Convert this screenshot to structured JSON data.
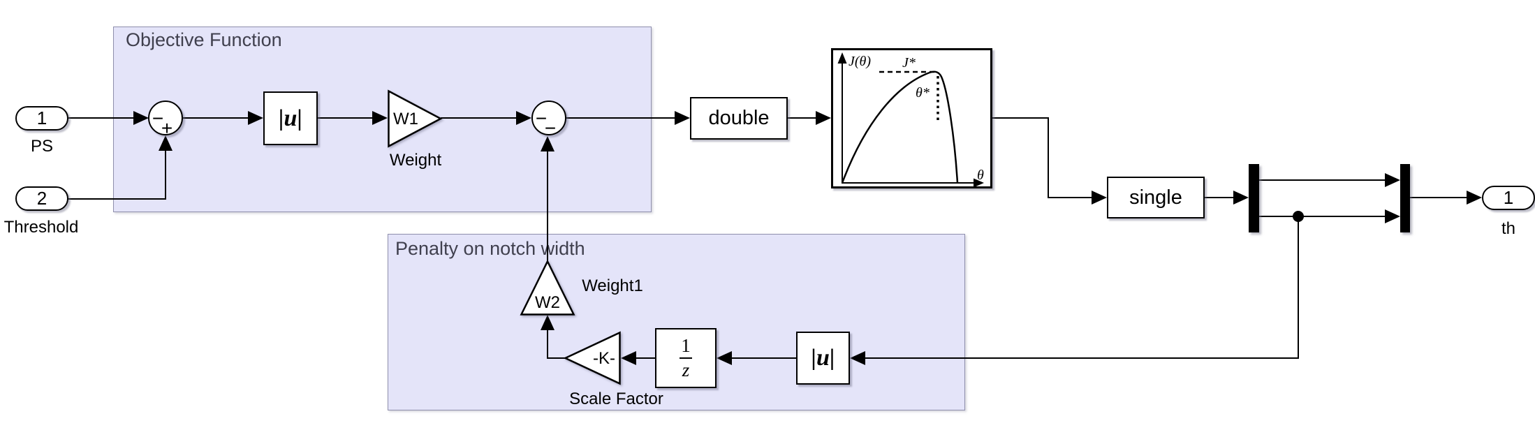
{
  "regions": {
    "objective": {
      "title": "Objective Function"
    },
    "penalty": {
      "title": "Penalty on notch width"
    }
  },
  "ports": {
    "in1": {
      "number": "1",
      "label": "PS"
    },
    "in2": {
      "number": "2",
      "label": "Threshold"
    },
    "out1": {
      "number": "1",
      "label": "th"
    }
  },
  "blocks": {
    "sum1": {
      "sign_left": "−",
      "sign_bottom": "+"
    },
    "abs1": {
      "text": "|u|"
    },
    "gain_w1": {
      "text": "W1",
      "label": "Weight"
    },
    "sum2": {
      "sign_left": "−",
      "sign_bottom": "−"
    },
    "cast_double": {
      "text": "double"
    },
    "optimizer": {
      "y_axis_label": "J(θ)",
      "optimum_label": "J*",
      "arg_optimum_label": "θ*",
      "x_axis_label": "θ"
    },
    "cast_single": {
      "text": "single"
    },
    "gain_w2": {
      "text": "W2",
      "label": "Weight1"
    },
    "gain_scale": {
      "text": "-K-",
      "label": "Scale Factor"
    },
    "unit_delay": {
      "numerator": "1",
      "denominator": "z"
    },
    "abs2": {
      "text": "|u|"
    }
  },
  "colors": {
    "canvas": "#FFFFFF",
    "region_fill": "#E4E4F9",
    "region_border": "#8F8FAC",
    "region_title": "#40404E",
    "block_fill": "#FFFFFF",
    "block_border": "#000000",
    "wire": "#000000"
  }
}
